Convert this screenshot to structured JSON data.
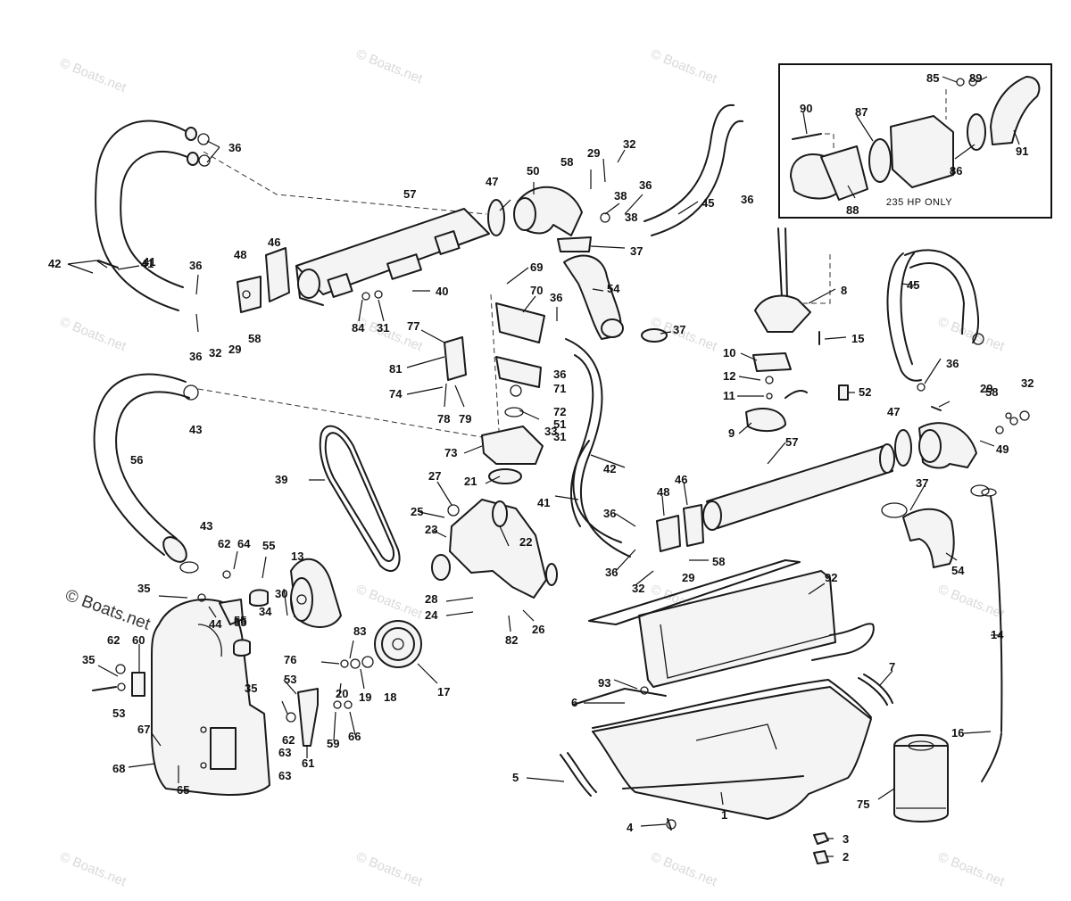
{
  "diagram": {
    "inset": {
      "caption": "235 HP ONLY"
    },
    "watermark_text": "© Boats.net",
    "callouts": [
      "1",
      "2",
      "3",
      "4",
      "5",
      "6",
      "7",
      "8",
      "9",
      "10",
      "11",
      "12",
      "13",
      "14",
      "15",
      "16",
      "17",
      "18",
      "19",
      "20",
      "21",
      "22",
      "23",
      "24",
      "25",
      "26",
      "27",
      "28",
      "29",
      "30",
      "31",
      "32",
      "33",
      "34",
      "35",
      "36",
      "37",
      "38",
      "39",
      "40",
      "41",
      "42",
      "43",
      "44",
      "45",
      "46",
      "47",
      "48",
      "49",
      "50",
      "51",
      "52",
      "53",
      "54",
      "55",
      "56",
      "57",
      "58",
      "59",
      "60",
      "61",
      "62",
      "63",
      "64",
      "65",
      "66",
      "67",
      "68",
      "69",
      "70",
      "71",
      "72",
      "73",
      "74",
      "75",
      "76",
      "77",
      "78",
      "79",
      "81",
      "82",
      "83",
      "84",
      "85",
      "86",
      "87",
      "88",
      "89",
      "90",
      "91",
      "92",
      "93"
    ]
  }
}
